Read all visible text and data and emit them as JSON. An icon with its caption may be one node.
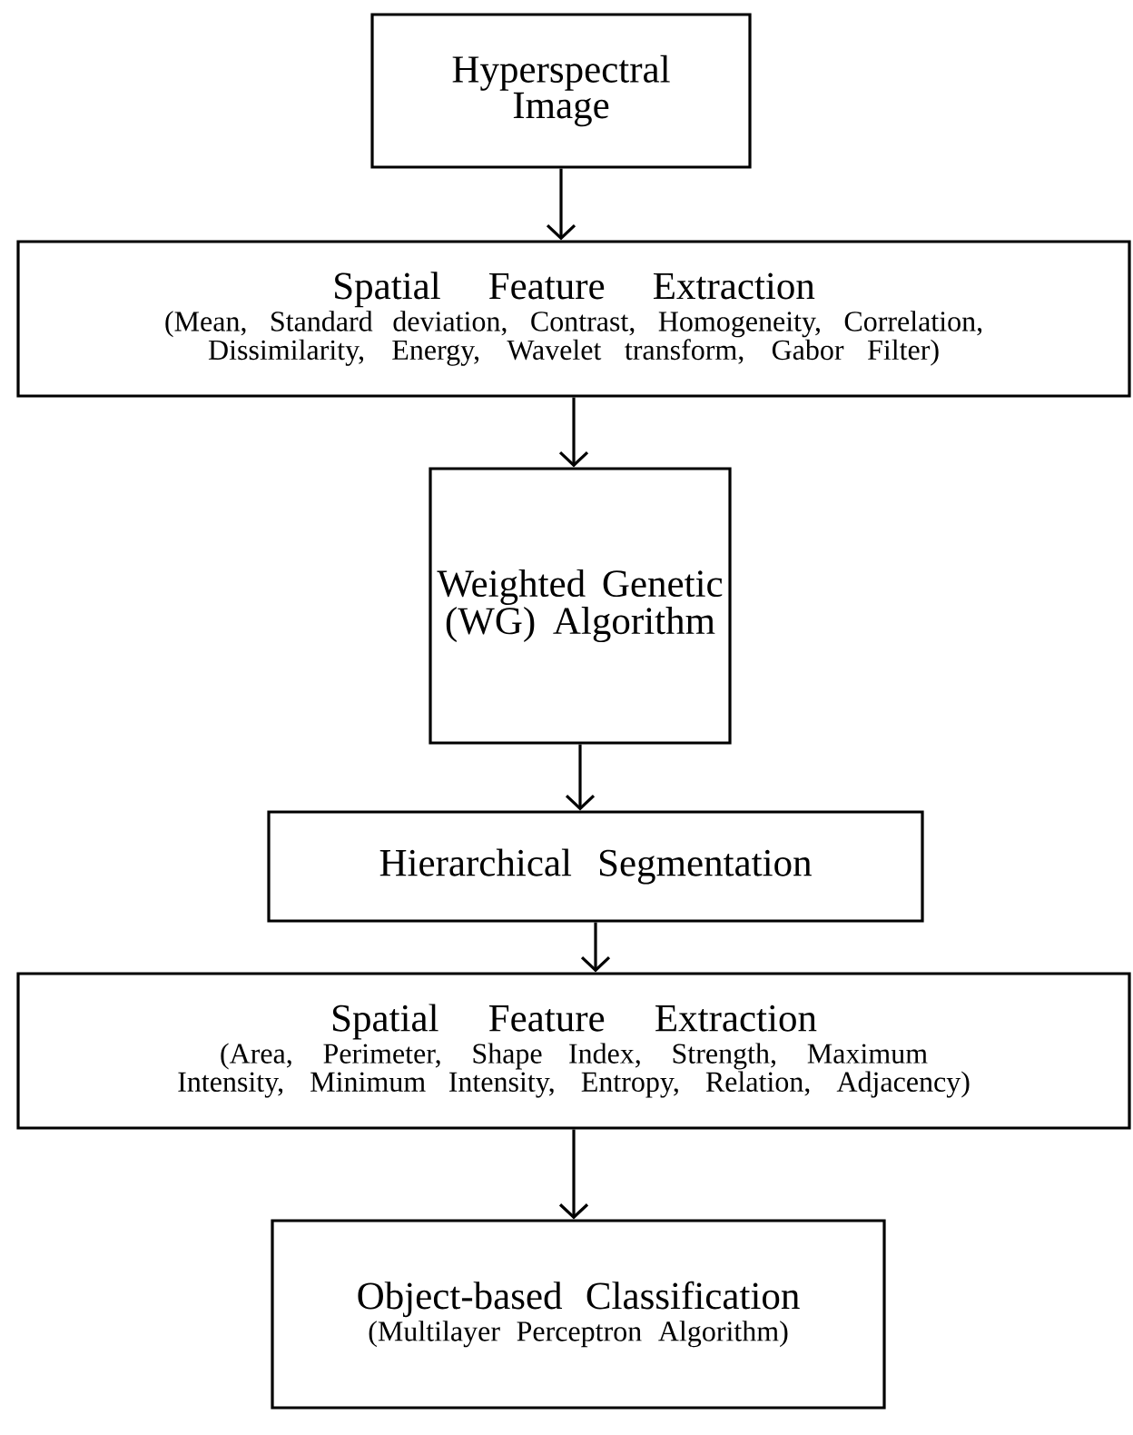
{
  "diagram": {
    "nodes": [
      {
        "text": [
          "Hyperspectral Image"
        ]
      },
      {
        "text": [
          "Spatial Feature Extraction",
          "(Mean, Standard deviation, Contrast, Homogeneity, Correlation, Dissimilarity, Energy, Wavelet transform, Gabor Filter)"
        ]
      },
      {
        "text": [
          "Weighted Genetic (WG) Algorithm"
        ]
      },
      {
        "text": [
          "Hierarchical Segmentation"
        ]
      },
      {
        "text": [
          "Spatial Feature Extraction",
          "(Area, Perimeter, Shape Index, Strength, Maximum Intensity, Minimum Intensity, Entropy, Relation, Adjacency)"
        ]
      },
      {
        "text": [
          "Object-based Classification",
          "(Multilayer Perceptron Algorithm)"
        ]
      }
    ],
    "edges": [
      {
        "from": 0,
        "to": 1,
        "arrow": "to"
      },
      {
        "from": 1,
        "to": 2,
        "arrow": "to"
      },
      {
        "from": 2,
        "to": 3,
        "arrow": "to"
      },
      {
        "from": 3,
        "to": 4,
        "arrow": "to"
      },
      {
        "from": 4,
        "to": 5,
        "arrow": "to"
      }
    ]
  }
}
